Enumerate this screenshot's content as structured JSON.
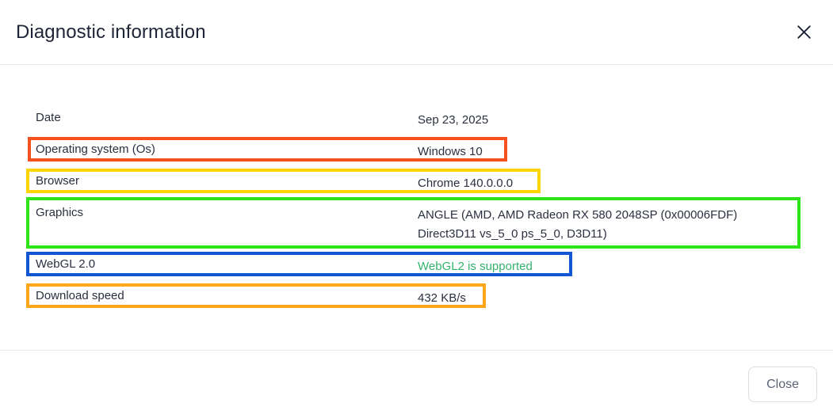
{
  "dialog": {
    "title": "Diagnostic information",
    "close_icon": "close-icon"
  },
  "table": {
    "rows": [
      {
        "label": "Date",
        "value": "Sep 23, 2025"
      },
      {
        "label": "Operating system (Os)",
        "value": "Windows 10"
      },
      {
        "label": "Browser",
        "value": "Chrome 140.0.0.0"
      },
      {
        "label": "Graphics",
        "value_line1": "ANGLE (AMD, AMD Radeon RX 580 2048SP (0x00006FDF)",
        "value_line2": "Direct3D11 vs_5_0 ps_5_0, D3D11)"
      },
      {
        "label": "WebGL 2.0",
        "value": "WebGL2 is supported",
        "status": "ok"
      },
      {
        "label": "Download speed",
        "value": "432 KB/s"
      }
    ]
  },
  "footer": {
    "close_label": "Close"
  },
  "colors": {
    "title_text": "#1f2437",
    "body_text": "#2b3040",
    "status_ok": "#33b36b",
    "divider": "#e8e9ec",
    "button_border": "#dcdde3",
    "button_text": "#5a6275",
    "anno_os": "#f4511e",
    "anno_browser": "#ffd400",
    "anno_graphics": "#2ee617",
    "anno_webgl": "#1256d4",
    "anno_download": "#ffa61a"
  }
}
